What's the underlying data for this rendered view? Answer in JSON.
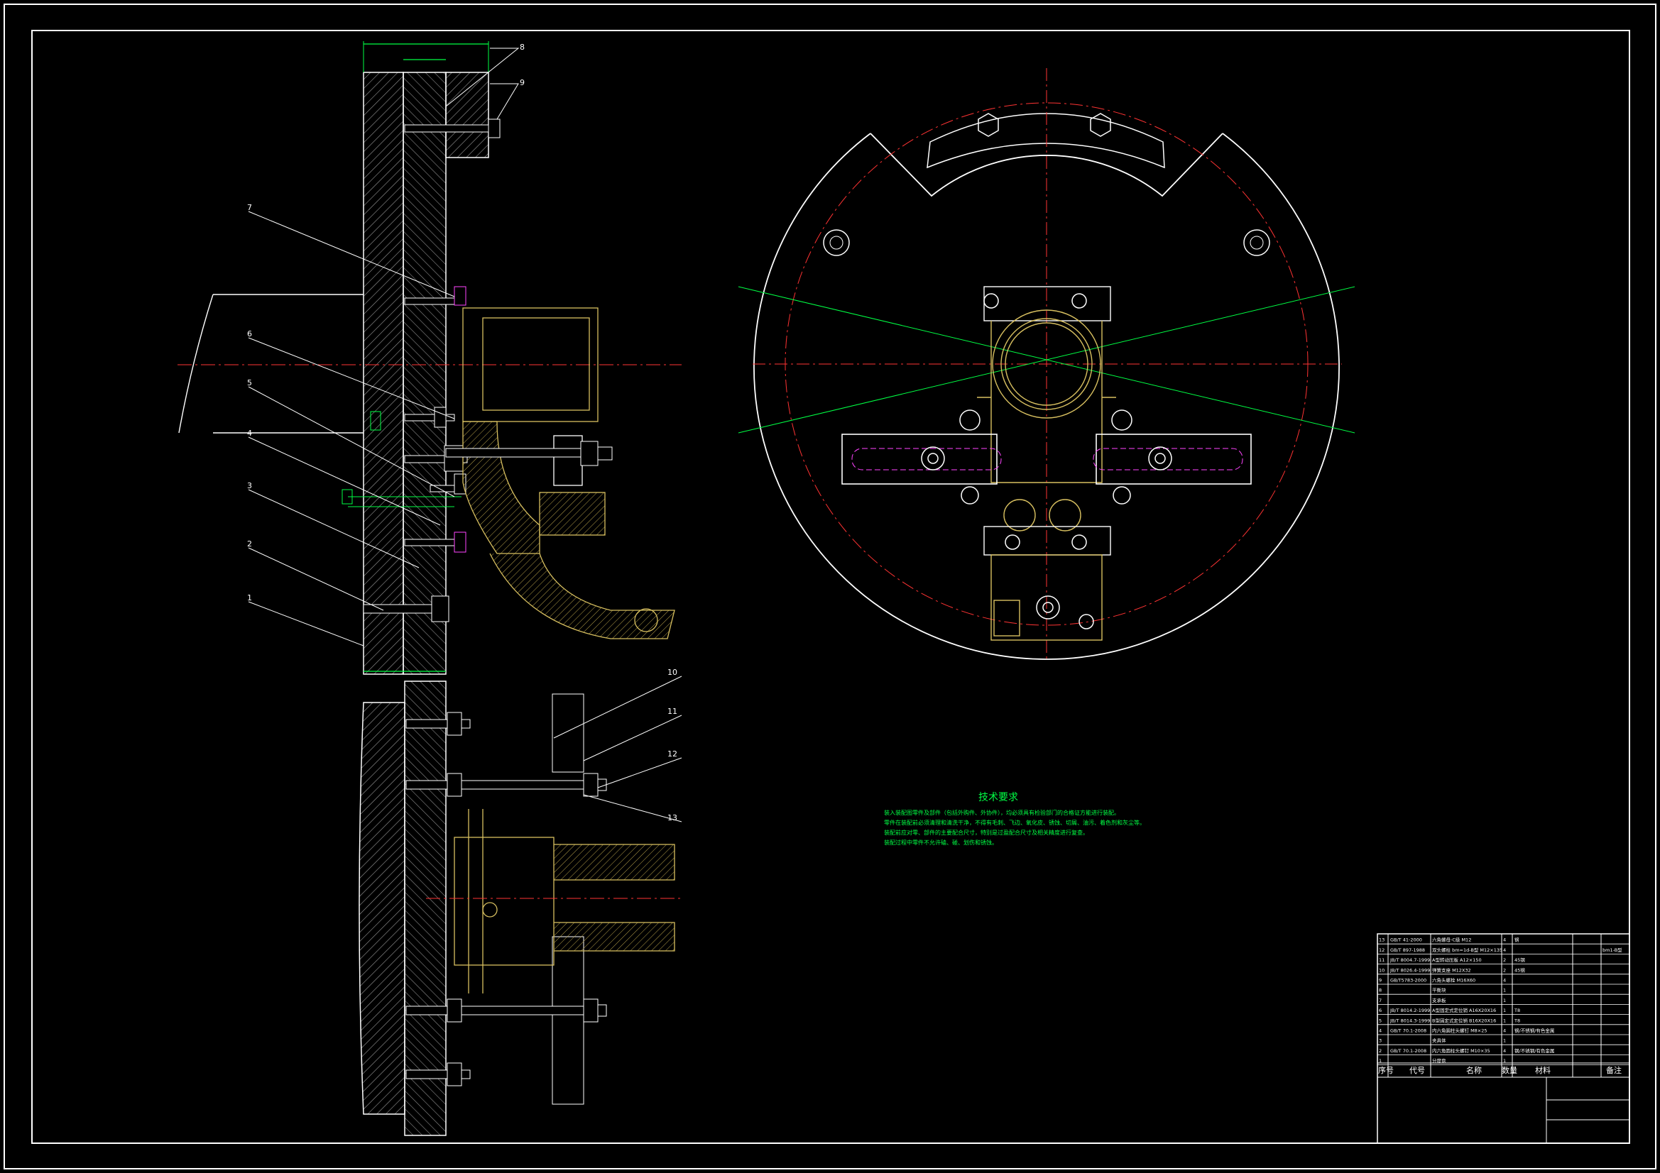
{
  "drawing": {
    "part_numbers": [
      "1",
      "2",
      "3",
      "4",
      "5",
      "6",
      "7",
      "8",
      "9",
      "10",
      "11",
      "12",
      "13"
    ],
    "notes_title": "技术要求",
    "notes": [
      "装入装配图零件及部件（包括外购件、外协件），均必须具有检验部门的合格证方能进行装配。",
      "零件在装配前必须清理和清洗干净，不得有毛刺、飞边、氧化皮、锈蚀、切屑、油污、着色剂和灰尘等。",
      "装配前应对零、部件的主要配合尺寸，特别是过盈配合尺寸及相关精度进行复查。",
      "装配过程中零件不允许磕、碰、划伤和锈蚀。"
    ]
  },
  "bom": {
    "rows": [
      {
        "no": "13",
        "code": "GB/T 41-2000",
        "name": "六角螺母-C级 M12",
        "qty": "4",
        "mat": "钢",
        "note": ""
      },
      {
        "no": "12",
        "code": "GB/T 897-1988",
        "name": "双头螺柱 bm=1d-B型 M12×135",
        "qty": "4",
        "mat": "",
        "note": "bm1-B型"
      },
      {
        "no": "11",
        "code": "JB/T 8004.7-1999",
        "name": "A型转动压板 A12×150",
        "qty": "2",
        "mat": "45钢",
        "note": ""
      },
      {
        "no": "10",
        "code": "JB/T 8026.4-1999",
        "name": "弹簧支座 M12X32",
        "qty": "2",
        "mat": "45钢",
        "note": ""
      },
      {
        "no": "9",
        "code": "GB/T5783-2000",
        "name": "六角头螺栓 M16X60",
        "qty": "4",
        "mat": "",
        "note": ""
      },
      {
        "no": "8",
        "code": "",
        "name": "平衡块",
        "qty": "1",
        "mat": "",
        "note": ""
      },
      {
        "no": "7",
        "code": "",
        "name": "支承板",
        "qty": "1",
        "mat": "",
        "note": ""
      },
      {
        "no": "6",
        "code": "JB/T 8014.2-1999",
        "name": "A型固定式定位销 A16X20X16",
        "qty": "1",
        "mat": "T8",
        "note": ""
      },
      {
        "no": "5",
        "code": "JB/T 8014.3-1999",
        "name": "B型固定式定位销 B16X20X16",
        "qty": "1",
        "mat": "T8",
        "note": ""
      },
      {
        "no": "4",
        "code": "GB/T 70.1-2008",
        "name": "内六角圆柱头螺钉 M8×25",
        "qty": "4",
        "mat": "钢/不锈钢/有色金属",
        "note": ""
      },
      {
        "no": "3",
        "code": "",
        "name": "夹具体",
        "qty": "1",
        "mat": "",
        "note": ""
      },
      {
        "no": "2",
        "code": "GB/T 70.1-2008",
        "name": "内六角圆柱头螺钉 M10×35",
        "qty": "4",
        "mat": "钢/不锈钢/有色金属",
        "note": ""
      },
      {
        "no": "1",
        "code": "",
        "name": "分度盘",
        "qty": "1",
        "mat": "",
        "note": ""
      }
    ],
    "header": {
      "no": "序号",
      "code": "代号",
      "name": "名称",
      "qty": "数量",
      "mat": "材料",
      "note": "备注"
    }
  }
}
